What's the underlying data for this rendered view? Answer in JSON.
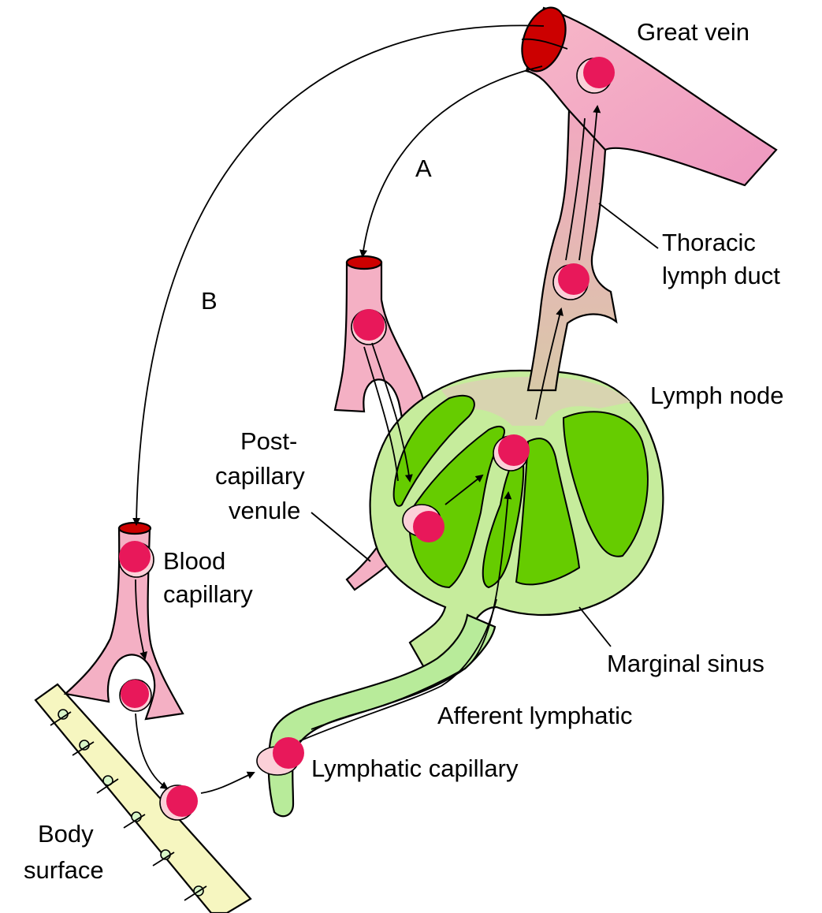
{
  "labels": {
    "great_vein": "Great vein",
    "route_a": "A",
    "route_b": "B",
    "thoracic_duct_line1": "Thoracic",
    "thoracic_duct_line2": "lymph duct",
    "lymph_node": "Lymph node",
    "postcap_line1": "Post-",
    "postcap_line2": "capillary",
    "postcap_line3": "venule",
    "blood_cap_line1": "Blood",
    "blood_cap_line2": "capillary",
    "marginal_sinus": "Marginal sinus",
    "afferent_lymphatic": "Afferent lymphatic",
    "lymphatic_capillary": "Lymphatic capillary",
    "body_surface_line1": "Body",
    "body_surface_line2": "surface"
  },
  "colors": {
    "vessel_pink": "#f4b0c4",
    "vessel_lumen": "#cc0000",
    "lymph_green": "#b8eb9a",
    "follicle_green": "#66cc00",
    "node_tan": "#d8d4b0",
    "lymphocyte": "#e8185a",
    "lymphocyte_crescent": "#fbd0d8",
    "epithelium": "#f6f6c0"
  }
}
